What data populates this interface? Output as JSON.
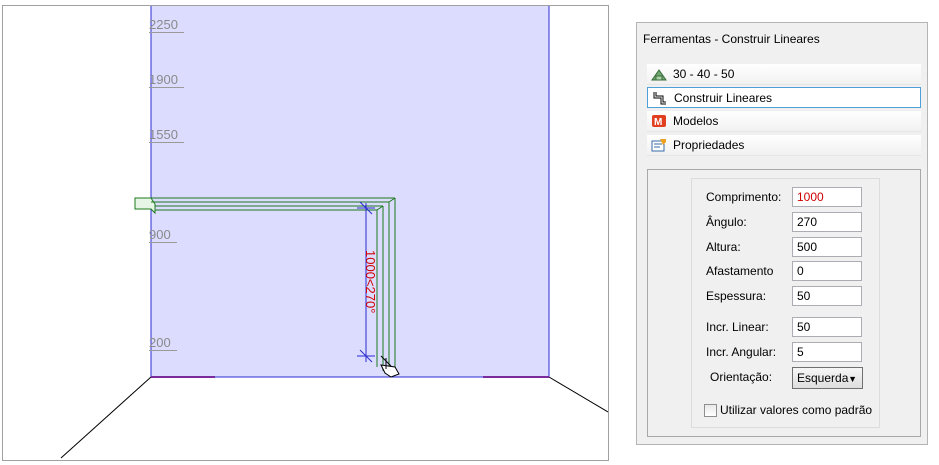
{
  "viewport": {
    "elevation_labels": [
      "2250",
      "1900",
      "1550",
      "900",
      "200"
    ],
    "dimension_label": "1000<270°",
    "colors": {
      "wall_fill": "#dcdcff",
      "wall_edge": "#2a2ad0",
      "profile": "#1a7a1a",
      "dimension": "#d00000",
      "floor_base": "#7a2a9a"
    }
  },
  "panel": {
    "title": "Ferramentas - Construir Lineares",
    "nav": [
      {
        "label": "30 - 40 - 50",
        "icon": "roof-icon"
      },
      {
        "label": "Construir Lineares",
        "icon": "linear-profile-icon",
        "active": true
      },
      {
        "label": "Modelos",
        "icon": "models-icon"
      },
      {
        "label": "Propriedades",
        "icon": "properties-icon"
      }
    ],
    "fields": [
      {
        "label": "Comprimento:",
        "value": "1000"
      },
      {
        "label": "Ângulo:",
        "value": "270"
      },
      {
        "label": "Altura:",
        "value": "500"
      },
      {
        "label": "Afastamento",
        "value": "0"
      },
      {
        "label": "Espessura:",
        "value": "50"
      },
      {
        "label": "Incr. Linear:",
        "value": "50"
      },
      {
        "label": "Incr. Angular:",
        "value": "5"
      }
    ],
    "orientation": {
      "label": "Orientação:",
      "value": "Esquerda"
    },
    "checkbox": {
      "label": "Utilizar valores como padrão",
      "checked": false
    }
  }
}
